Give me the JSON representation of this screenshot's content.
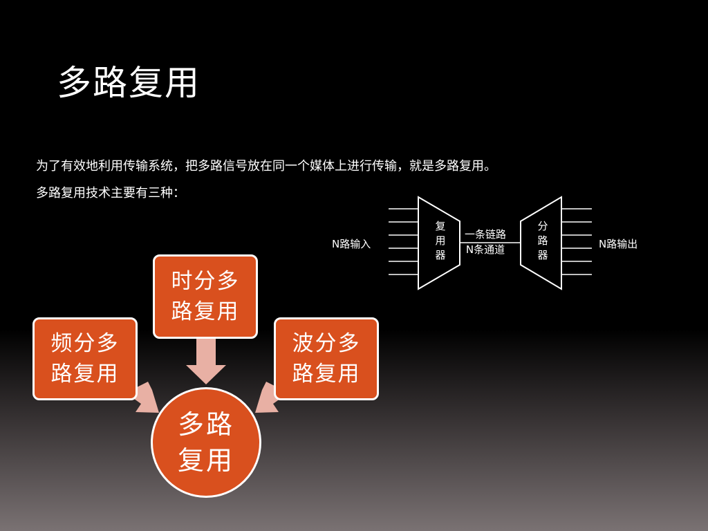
{
  "title": "多路复用",
  "description": {
    "line1": "为了有效地利用传输系统，把多路信号放在同一个媒体上进行传输，就是多路复用。",
    "line2": "多路复用技术主要有三种："
  },
  "diagram": {
    "input_label": "N路输入",
    "mux_label": "复用器",
    "link_line1": "一条链路",
    "link_line2": "N条通道",
    "demux_label": "分路器",
    "output_label": "N路输出"
  },
  "types": {
    "time": "时分多路复用",
    "freq": "频分多路复用",
    "wave": "波分多路复用"
  },
  "center": "多路复用",
  "colors": {
    "box_fill": "#d9501e",
    "arrow_fill": "#e8b0a4"
  }
}
